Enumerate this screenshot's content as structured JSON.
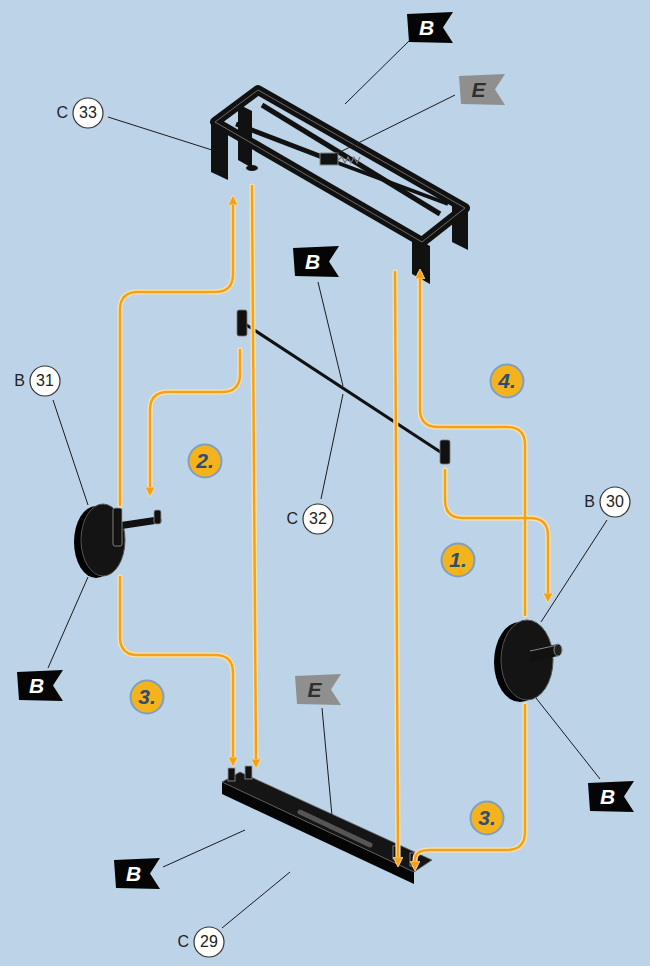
{
  "diagram": {
    "nodes": [
      {
        "text": [
          "B"
        ]
      },
      {
        "text": [
          "C",
          "33"
        ]
      },
      {
        "text": [
          "E"
        ]
      },
      {
        "text": [
          "B"
        ]
      },
      {
        "text": [
          "4."
        ]
      },
      {
        "text": [
          "B",
          "31"
        ]
      },
      {
        "text": [
          "2."
        ]
      },
      {
        "text": [
          "C",
          "32"
        ]
      },
      {
        "text": [
          "B",
          "30"
        ]
      },
      {
        "text": [
          "1."
        ]
      },
      {
        "text": [
          "B"
        ]
      },
      {
        "text": [
          "3."
        ]
      },
      {
        "text": [
          "E"
        ]
      },
      {
        "text": [
          "B"
        ]
      },
      {
        "text": [
          "3."
        ]
      },
      {
        "text": [
          "B"
        ]
      },
      {
        "text": [
          "C",
          "29"
        ]
      }
    ]
  }
}
